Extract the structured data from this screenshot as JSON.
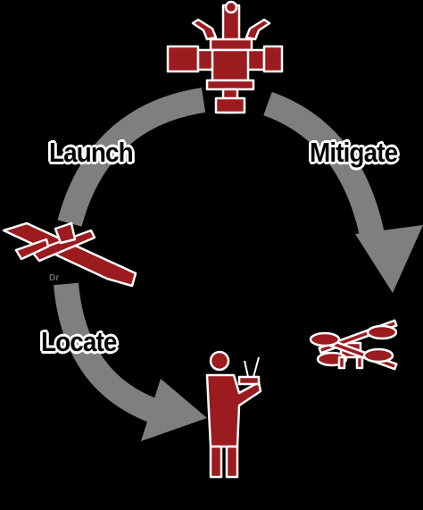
{
  "steps": {
    "launch": "Launch",
    "mitigate": "Mitigate",
    "locate": "Locate"
  },
  "drone_caption": "Dr",
  "colors": {
    "background": "#000000",
    "icon_red": "#9b1b1f",
    "arrow_gray": "#7f7f7f",
    "label_fill": "#000000",
    "label_outline": "#ffffff"
  },
  "icons": {
    "top": "wellhead-valve-icon",
    "left": "fixed-wing-drone-icon",
    "right": "quadcopter-drone-icon",
    "bottom": "operator-with-controller-icon"
  }
}
